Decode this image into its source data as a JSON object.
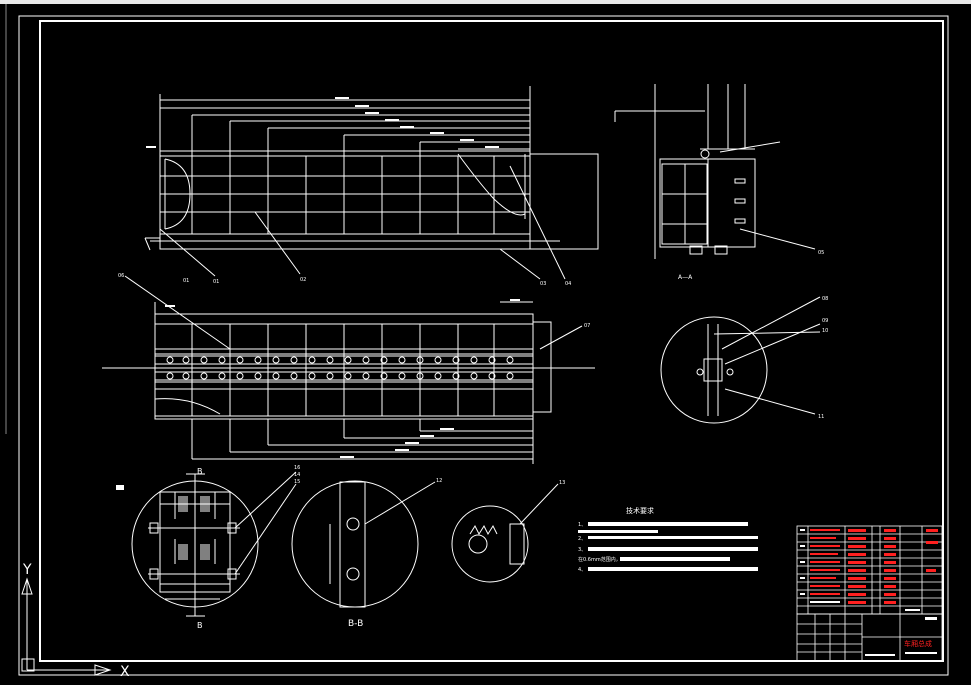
{
  "drawing": {
    "section_label": "A—A",
    "section_bb_label": "B-B",
    "detail_marker": "B",
    "tech_title": "技术要求",
    "tech_items": [
      "1、",
      "2、",
      "3、",
      "4、"
    ],
    "tech_line3": "在0.6mm范围内，",
    "title_block_name": "车厢总成"
  },
  "ucs": {
    "x_label": "X",
    "y_label": "Y"
  },
  "balloons": {
    "b01": "01",
    "b02": "02",
    "b03": "03",
    "b04": "04",
    "b05": "05",
    "b06": "06",
    "b07": "07",
    "b08": "08",
    "b09": "09",
    "b10": "10",
    "b11": "11",
    "b12": "12",
    "b13": "13",
    "b14": "14",
    "b15": "15",
    "b16": "16",
    "b01b": "01"
  },
  "colors": {
    "background": "#000000",
    "line": "#ffffff",
    "red_text": "#ff2020",
    "cyan": "#00ffff"
  }
}
